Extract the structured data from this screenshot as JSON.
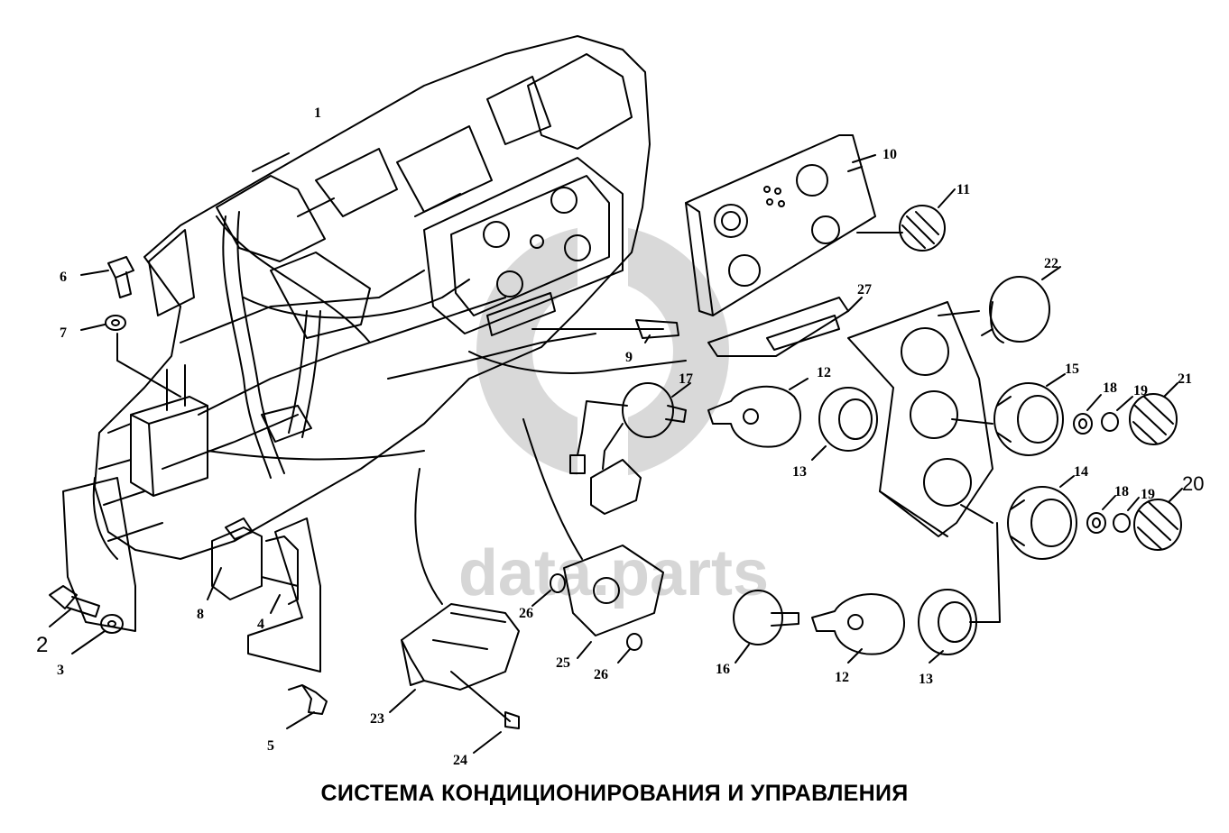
{
  "caption": "СИСТЕМА КОНДИЦИОНИРОВАНИЯ И УПРАВЛЕНИЯ",
  "watermark": "data.parts",
  "callouts": {
    "c1": "1",
    "c2": "2",
    "c3": "3",
    "c4": "4",
    "c5": "5",
    "c6": "6",
    "c7": "7",
    "c8": "8",
    "c9": "9",
    "c10": "10",
    "c11": "11",
    "c12a": "12",
    "c12b": "12",
    "c13a": "13",
    "c13b": "13",
    "c14": "14",
    "c15": "15",
    "c16": "16",
    "c17": "17",
    "c18a": "18",
    "c18b": "18",
    "c19a": "19",
    "c19b": "19",
    "c20": "20",
    "c21": "21",
    "c22": "22",
    "c23": "23",
    "c24": "24",
    "c25": "25",
    "c26a": "26",
    "c26b": "26",
    "c27": "27"
  },
  "colors": {
    "ink": "#000000",
    "watermark": "#d6d6d6"
  }
}
